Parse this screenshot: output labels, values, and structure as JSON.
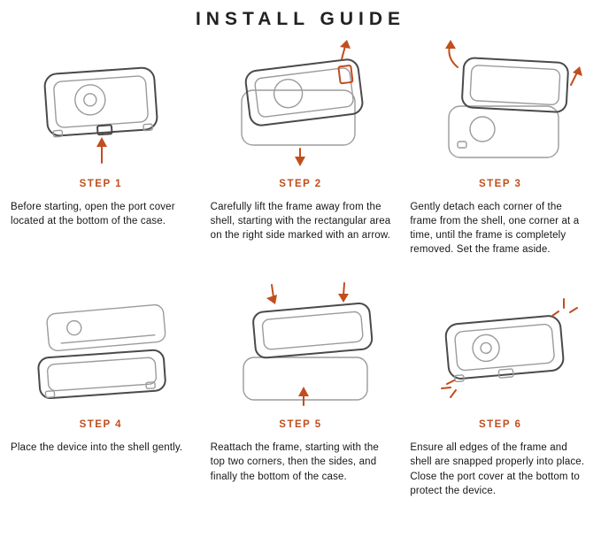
{
  "page": {
    "title": "INSTALL GUIDE"
  },
  "colors": {
    "accent": "#C14E1E",
    "ink": "#1c1c1c"
  },
  "icons": {
    "arrow": "orange directional arrow",
    "snap_sparkle": "orange snap-in-place sparkle marks",
    "marker_box": "orange rectangular area marker"
  },
  "steps": [
    {
      "label": "STEP 1",
      "description": "Before starting, open the port cover located at the bottom of the case."
    },
    {
      "label": "STEP 2",
      "description": "Carefully lift the frame away from the shell, starting with the rectangular area on the right side marked with an arrow."
    },
    {
      "label": "STEP 3",
      "description": "Gently detach each corner of the frame from the shell, one corner at a time, until the frame is completely removed. Set the frame aside."
    },
    {
      "label": "STEP 4",
      "description": "Place the device into the shell gently."
    },
    {
      "label": "STEP 5",
      "description": "Reattach the frame, starting with the top two corners, then the sides, and finally the bottom of the case."
    },
    {
      "label": "STEP 6",
      "description": "Ensure all edges of the frame and shell are snapped properly into place. Close the port cover at the bottom to protect the device."
    }
  ]
}
